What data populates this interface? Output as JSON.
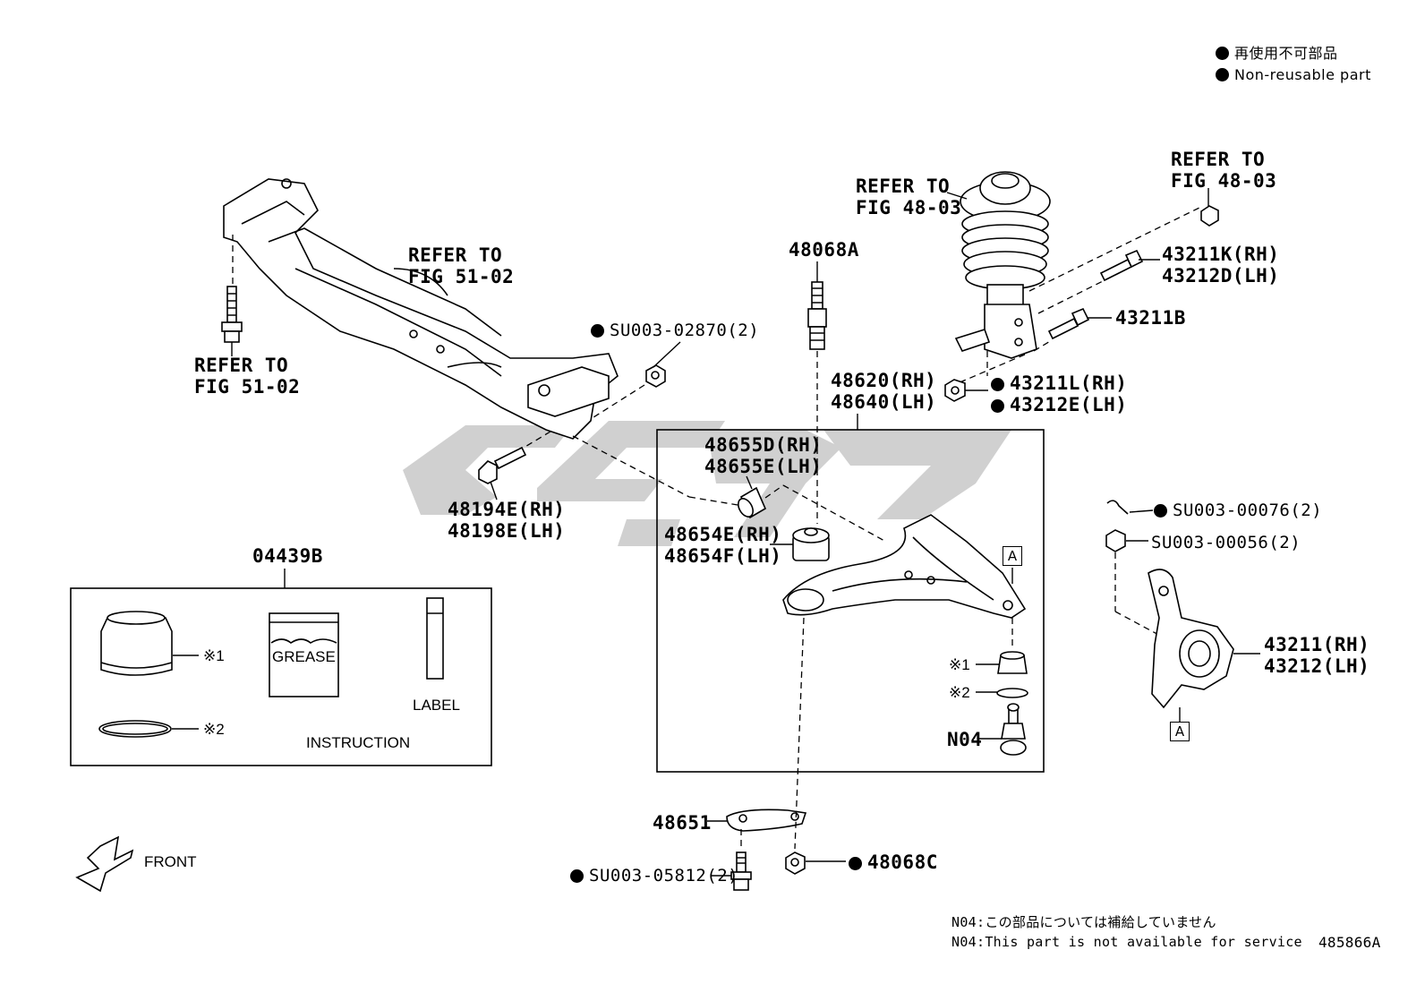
{
  "legend": {
    "line1": "再使用不可部品",
    "line2": "Non-reusable part"
  },
  "labels": {
    "refer_crossmember": [
      "REFER TO",
      "FIG 51-02"
    ],
    "refer_bolt": [
      "REFER TO",
      "FIG 51-02"
    ],
    "refer_spring": [
      "REFER TO",
      "FIG 48-03"
    ],
    "refer_nut": [
      "REFER TO",
      "FIG 48-03"
    ],
    "p48068A": "48068A",
    "p43211K": "43211K(RH)",
    "p43212D": "43212D(LH)",
    "p43211B": "43211B",
    "p43211L": "43211L(RH)",
    "p43212E": "43212E(LH)",
    "pSU02870": "SU003-02870(2)",
    "p48194E": "48194E(RH)",
    "p48198E": "48198E(LH)",
    "p48620": "48620(RH)",
    "p48640": "48640(LH)",
    "p48655D": "48655D(RH)",
    "p48655E": "48655E(LH)",
    "p48654E": "48654E(RH)",
    "p48654F": "48654F(LH)",
    "p04439B": "04439B",
    "kit_m1": "※1",
    "kit_m2": "※2",
    "grease": "GREASE",
    "label": "LABEL",
    "instruction": "INSTRUCTION",
    "arm_m1": "※1",
    "arm_m2": "※2",
    "pN04": "N04",
    "boxA_arm": "A",
    "boxA_knuckle": "A",
    "pSU00076": "SU003-00076(2)",
    "pSU00056": "SU003-00056(2)",
    "p43211": "43211(RH)",
    "p43212": "43212(LH)",
    "p48651": "48651",
    "pSU05812": "SU003-05812(2)",
    "p48068C": "48068C",
    "front": "FRONT",
    "note_jp": "N04:この部品については補給していません",
    "note_en": "N04:This part is not available for service",
    "figure_no": "485866A"
  }
}
